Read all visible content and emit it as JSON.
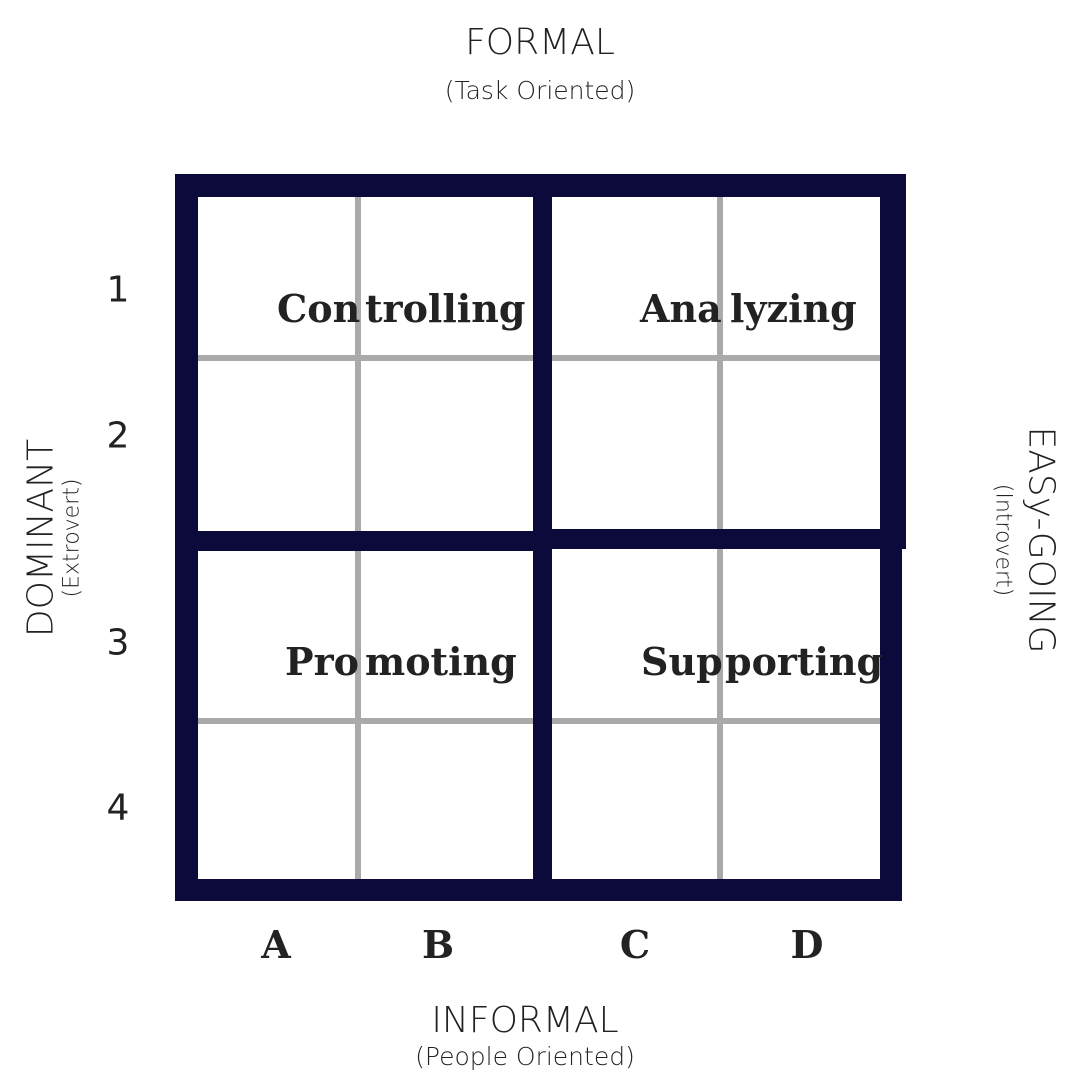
{
  "axes": {
    "top": {
      "title": "FORMAL",
      "subtitle": "(Task Oriented)"
    },
    "bottom": {
      "title": "INFORMAL",
      "subtitle": "(People Oriented)"
    },
    "left": {
      "title": "DOMINANT",
      "subtitle": "(Extrovert)"
    },
    "right": {
      "title": "EASy-GOING",
      "subtitle": "(Introvert)"
    }
  },
  "rows": [
    "1",
    "2",
    "3",
    "4"
  ],
  "columns": [
    "A",
    "B",
    "C",
    "D"
  ],
  "quadrants": [
    {
      "part1": "Con",
      "part2": "trolling"
    },
    {
      "part1": "Ana",
      "part2": "lyzing"
    },
    {
      "part1": "Pro",
      "part2": "moting"
    },
    {
      "part1": "Sup",
      "part2": "porting"
    }
  ],
  "colors": {
    "frame": "#0b0a3a",
    "inner_grid": "#aaaaaa",
    "text": "#222222"
  }
}
